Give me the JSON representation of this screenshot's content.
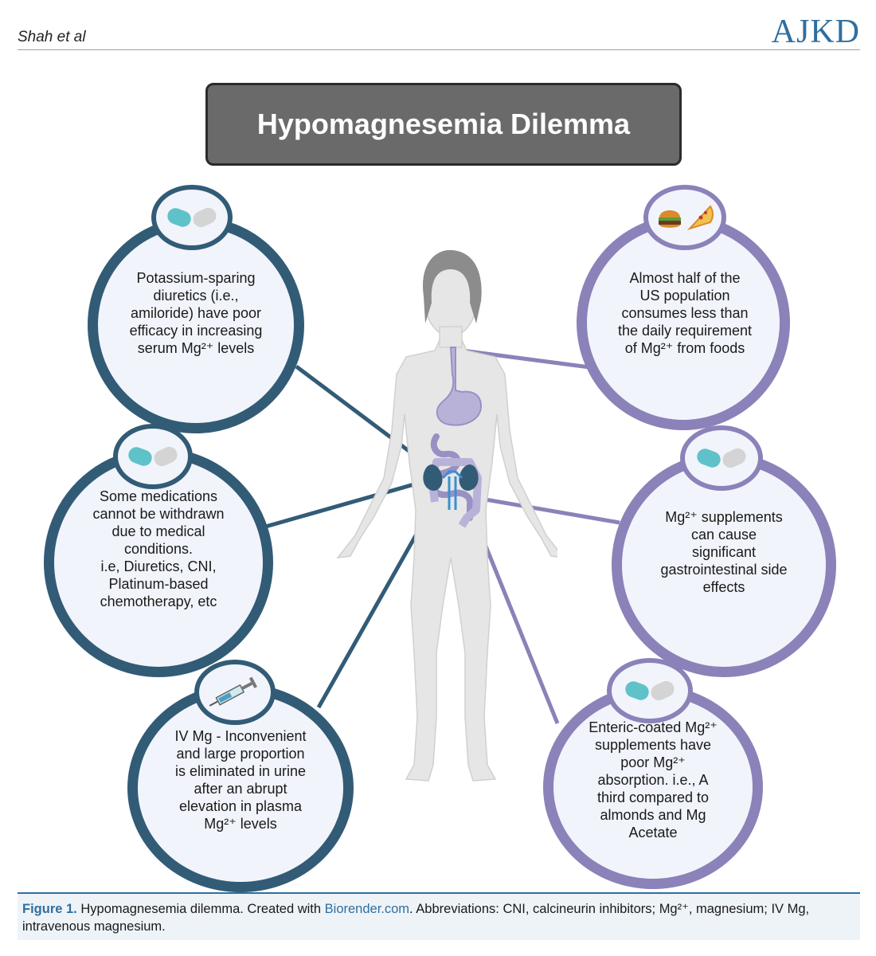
{
  "header": {
    "author": "Shah et al",
    "journal": "AJKD"
  },
  "title": "Hypomagnesemia Dilemma",
  "colors": {
    "dark_ring": "#325b76",
    "purple_ring": "#8a82b8",
    "bubble_fill": "#f1f4fb",
    "accent": "#2f6f9f"
  },
  "bubbles": {
    "b1": {
      "icon": "pill-capsules-icon",
      "lines": [
        "Potassium-sparing",
        "diuretics (i.e.,",
        "amiloride) have poor",
        "efficacy in increasing",
        "serum Mg²⁺ levels"
      ]
    },
    "b2": {
      "icon": "pill-capsules-icon",
      "lines": [
        "Some medications",
        "cannot be withdrawn",
        "due to medical",
        "conditions.",
        "i.e, Diuretics, CNI,",
        "Platinum-based",
        "chemotherapy, etc"
      ]
    },
    "b3": {
      "icon": "syringe-icon",
      "lines": [
        "IV Mg - Inconvenient",
        "and large proportion",
        "is eliminated in urine",
        "after an abrupt",
        "elevation in plasma",
        "Mg²⁺ levels"
      ]
    },
    "b4": {
      "icon": "food-burger-pizza-icon",
      "lines": [
        "Almost half of the",
        "US population",
        "consumes less than",
        "the daily requirement",
        "of Mg²⁺ from foods"
      ]
    },
    "b5": {
      "icon": "pill-capsules-icon",
      "lines": [
        "Mg²⁺ supplements",
        "can cause",
        "significant",
        "gastrointestinal side",
        "effects"
      ]
    },
    "b6": {
      "icon": "pill-capsules-icon",
      "lines": [
        "Enteric-coated Mg²⁺",
        "supplements have",
        "poor Mg²⁺",
        "absorption. i.e., A",
        "third compared to",
        "almonds and Mg",
        "Acetate"
      ]
    }
  },
  "caption": {
    "label": "Figure 1.",
    "text1": " Hypomagnesemia dilemma. Created with ",
    "link": "Biorender.com",
    "text2": ". Abbreviations: CNI, calcineurin inhibitors; Mg²⁺, magnesium; IV Mg, intravenous magnesium."
  }
}
